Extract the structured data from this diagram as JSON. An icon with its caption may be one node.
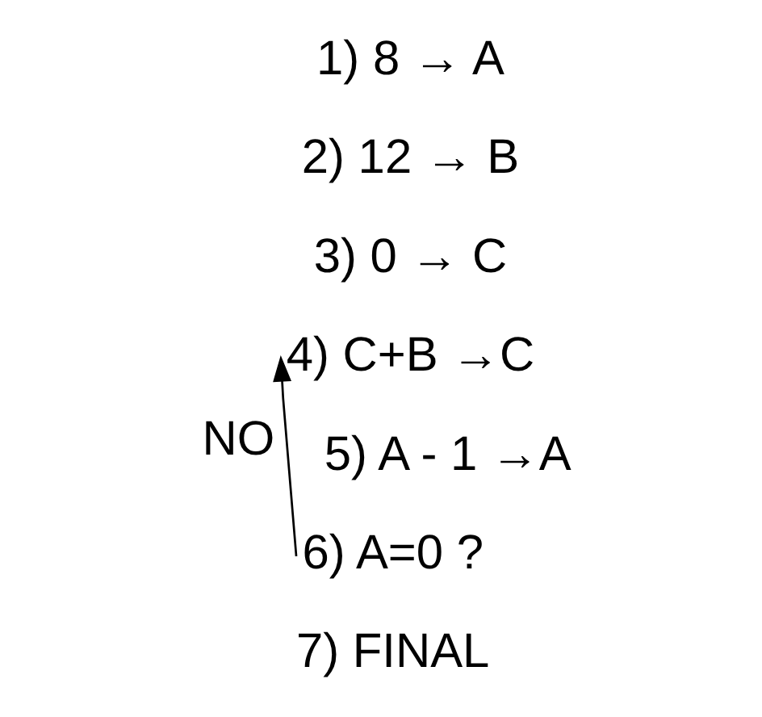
{
  "diagram": {
    "nodes": [
      {
        "text": [
          "1) 8 → A"
        ]
      },
      {
        "text": [
          "2) 12 → B"
        ]
      },
      {
        "text": [
          "3) 0 → C"
        ]
      },
      {
        "text": [
          "4) C+B →C"
        ]
      },
      {
        "text": [
          "5) A - 1 →A"
        ]
      },
      {
        "text": [
          "6) A=0 ?"
        ]
      },
      {
        "text": [
          "7) FINAL"
        ]
      }
    ],
    "edges": [
      {
        "from": 5,
        "to": 3,
        "arrow": "to",
        "label": "NO"
      }
    ]
  }
}
